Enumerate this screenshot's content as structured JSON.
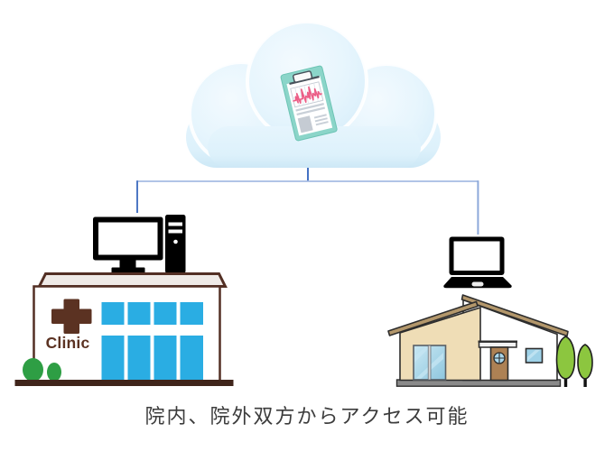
{
  "caption": "院内、院外双方からアクセス可能",
  "clinic": {
    "sign_label": "Clinic"
  },
  "icons": {
    "cloud": "cloud-icon",
    "clipboard": "medical-record-clipboard-icon",
    "desktop": "desktop-computer-icon",
    "laptop": "laptop-icon",
    "clinic_building": "clinic-building-icon",
    "house": "house-icon",
    "trees": "tree-icon",
    "bushes": "bush-icon",
    "connector": "network-connector-lines"
  },
  "colors": {
    "connector_dark_blue": "#4472C4",
    "connector_light_blue": "#A6BCE2",
    "connector_mid_blue": "#8DA9DA",
    "cloud_fill": "#E3F3FC",
    "clipboard_teal": "#8BD5C9",
    "ecg_pink": "#EC5F87",
    "clinic_brown": "#5B3222",
    "clinic_window_cyan": "#2AADE3",
    "bush_green": "#2E9E44",
    "tree_green": "#8CC63F",
    "house_wall_tan": "#EFDDB6",
    "house_roof_tan": "#B3976B",
    "door_brown": "#AD8154",
    "computer_black": "#000000",
    "caption_text": "#3C3C3C"
  }
}
